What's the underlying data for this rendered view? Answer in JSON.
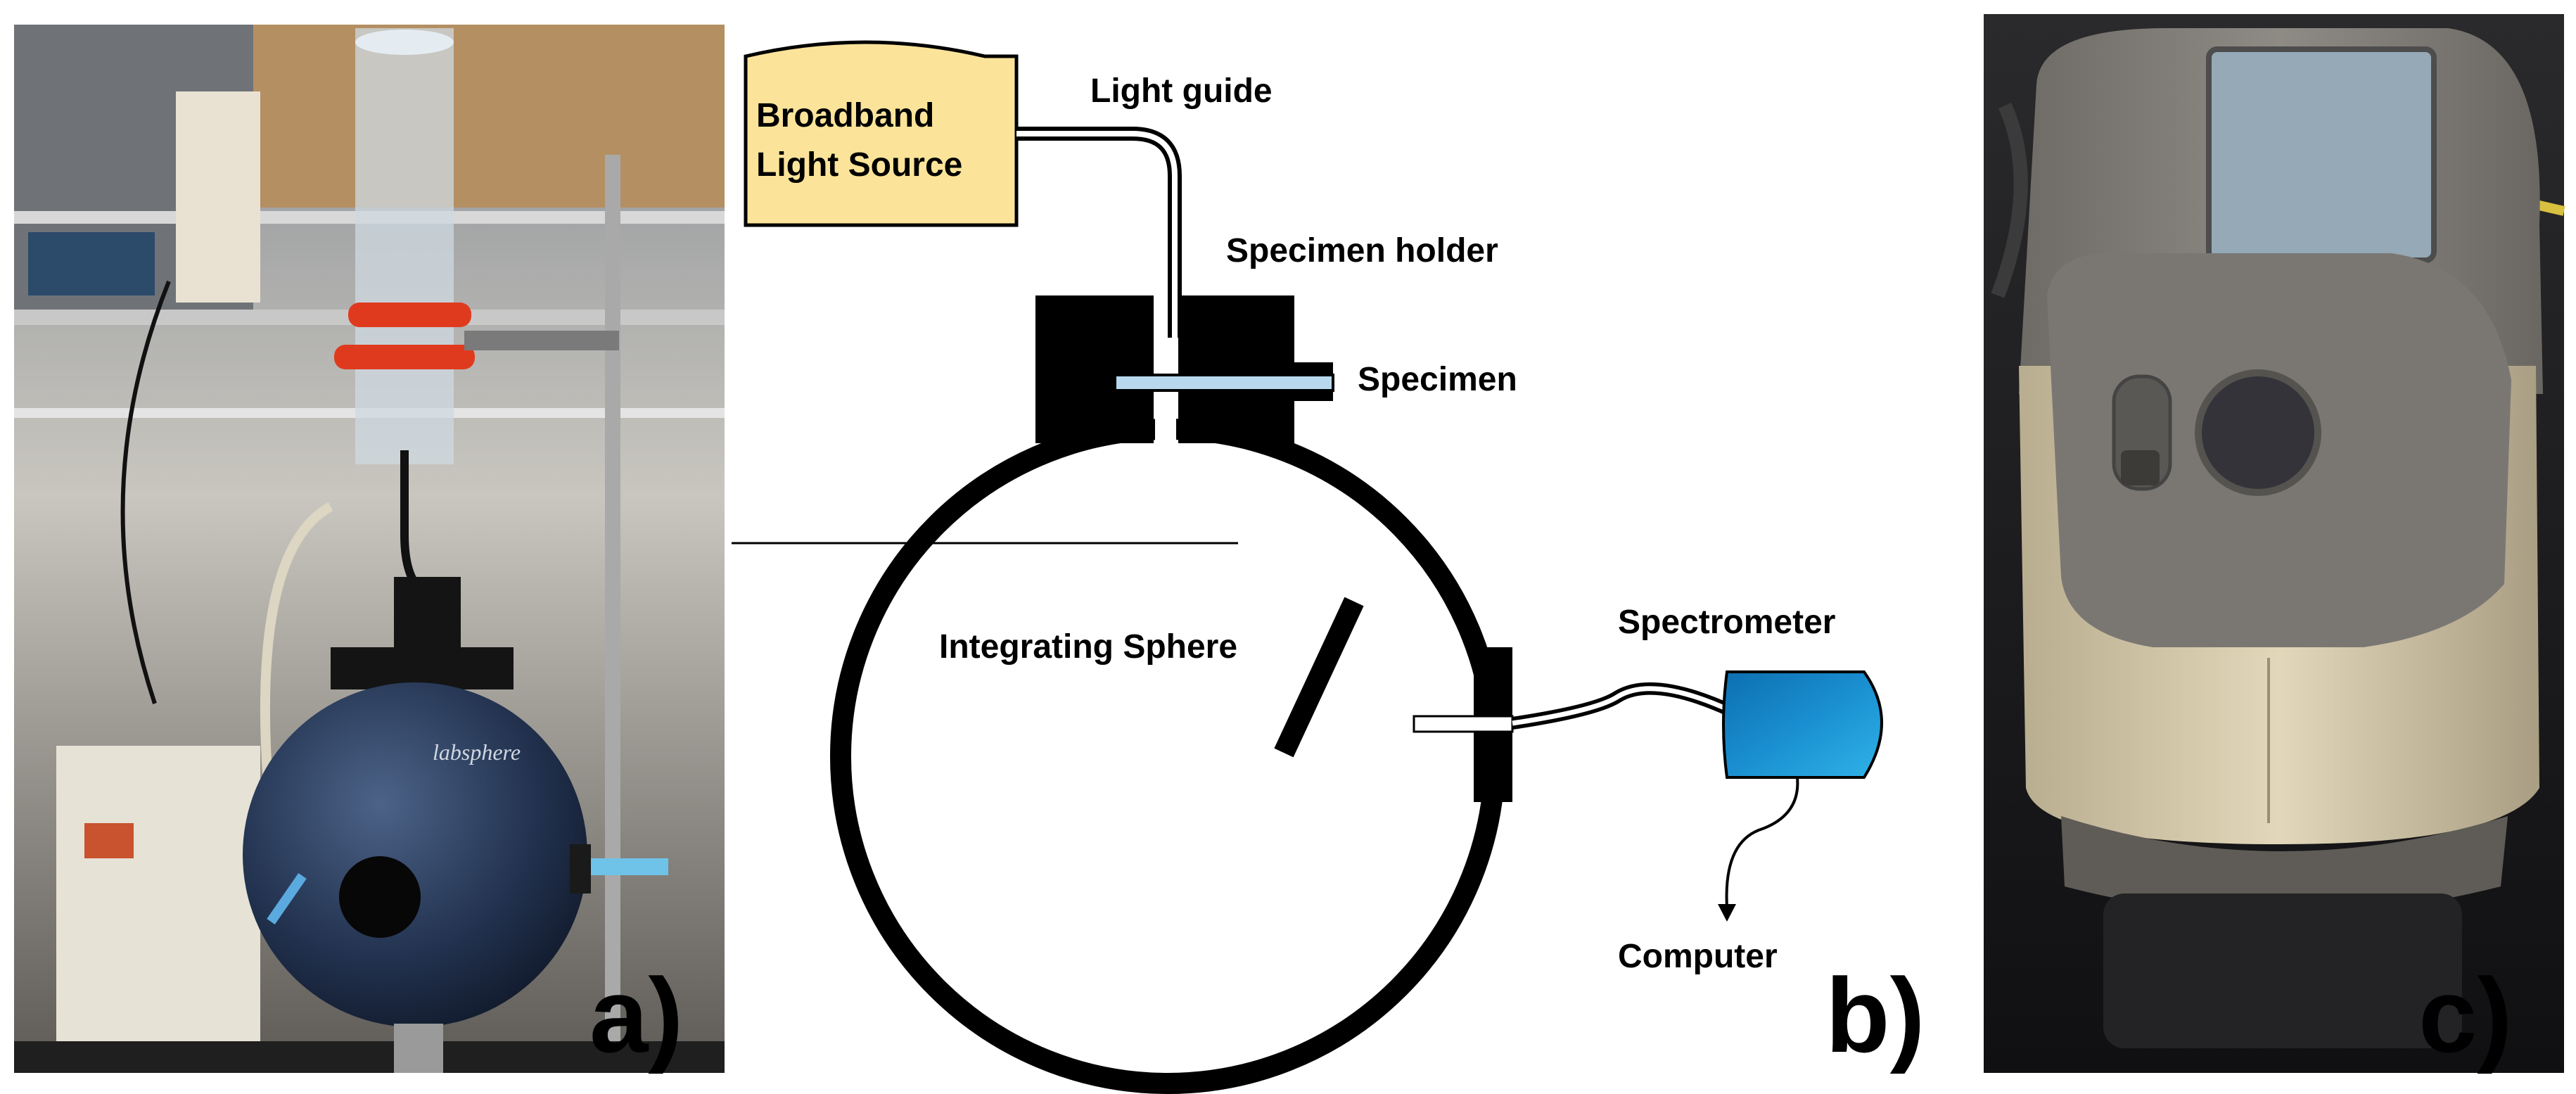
{
  "panels": {
    "a": {
      "letter": "a)",
      "photo_subject": "integrating sphere setup on lab stand",
      "brand_text": "labsphere"
    },
    "b": {
      "letter": "b)",
      "labels": {
        "light_source": [
          "Broadband",
          "Light Source"
        ],
        "light_guide": "Light guide",
        "specimen_holder": "Specimen holder",
        "specimen": "Specimen",
        "integrating_sphere": "Integrating Sphere",
        "spectrometer": "Spectrometer",
        "computer": "Computer"
      },
      "colors": {
        "light_source_fill": "#fbe49a",
        "specimen_fill": "#b8d8ee",
        "spectrometer_fill": "#1a8fd0",
        "line": "#000000"
      }
    },
    "c": {
      "letter": "c)",
      "photo_subject": "handheld spectrophotometer"
    }
  }
}
